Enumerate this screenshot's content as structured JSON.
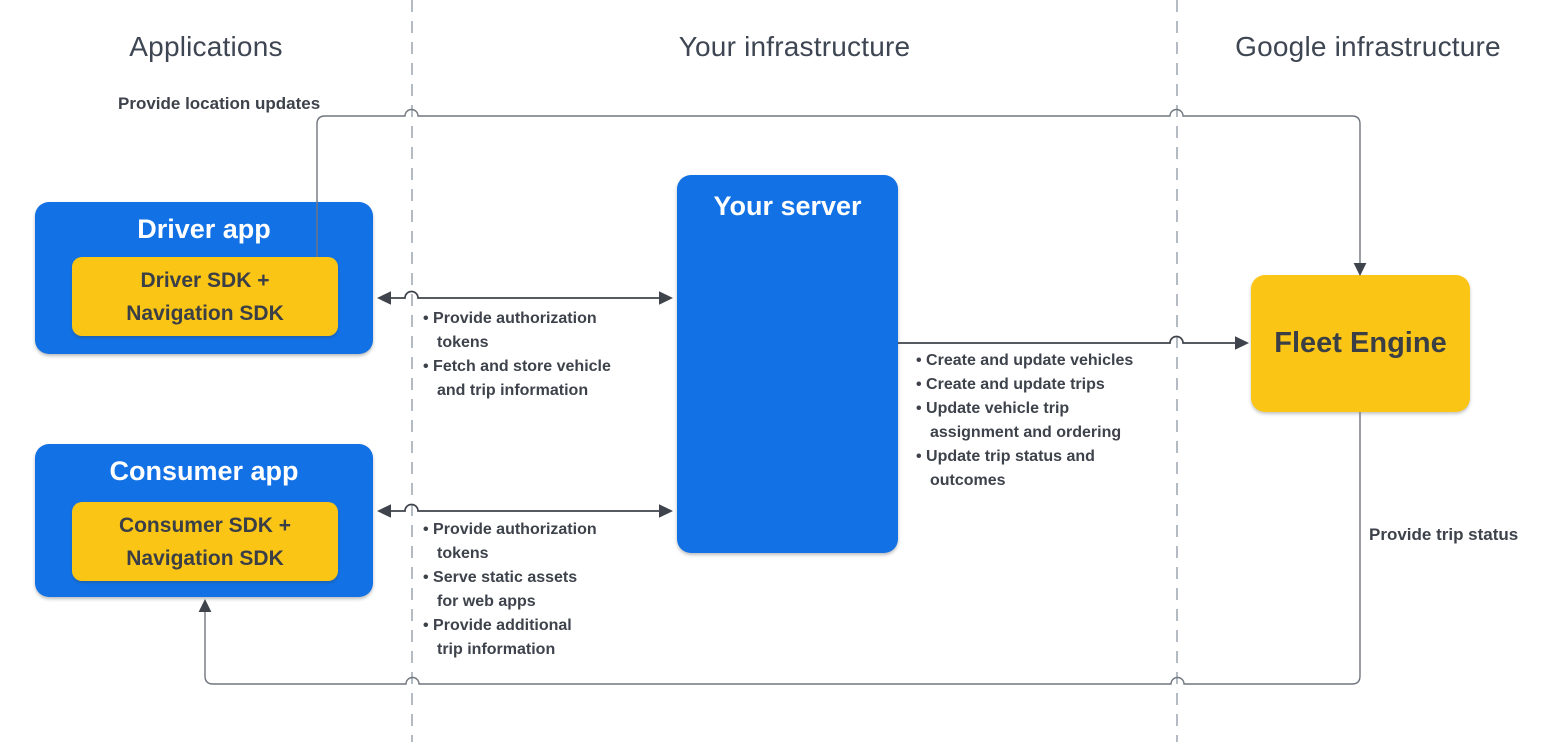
{
  "columns": {
    "applications": "Applications",
    "your_infrastructure": "Your infrastructure",
    "google_infrastructure": "Google infrastructure"
  },
  "nodes": {
    "driver_app": {
      "title": "Driver app",
      "sdk": "Driver SDK +\nNavigation SDK"
    },
    "consumer_app": {
      "title": "Consumer app",
      "sdk": "Consumer SDK +\nNavigation SDK"
    },
    "your_server": {
      "title": "Your server"
    },
    "fleet_engine": {
      "title": "Fleet Engine"
    }
  },
  "edges": {
    "location_updates": {
      "label": "Provide location updates"
    },
    "trip_status": {
      "label": "Provide trip status"
    },
    "driver_to_server": {
      "items": [
        "Provide authorization\ntokens",
        "Fetch and store vehicle\nand trip information"
      ]
    },
    "consumer_to_server": {
      "items": [
        "Provide authorization\ntokens",
        "Serve static assets\nfor web apps",
        "Provide additional\ntrip information"
      ]
    },
    "server_to_fleet": {
      "items": [
        "Create and update vehicles",
        "Create and update trips",
        "Update vehicle trip\nassignment and ordering",
        "Update trip status and\noutcomes"
      ]
    }
  },
  "colors": {
    "box_blue": "#1171e5",
    "box_yellow": "#fbc516",
    "line_dark": "#3f444c",
    "line_light": "#70767e",
    "dashed_divider": "#b5bbc2",
    "text_dark": "#3d424b",
    "header_text": "#3e4653"
  }
}
